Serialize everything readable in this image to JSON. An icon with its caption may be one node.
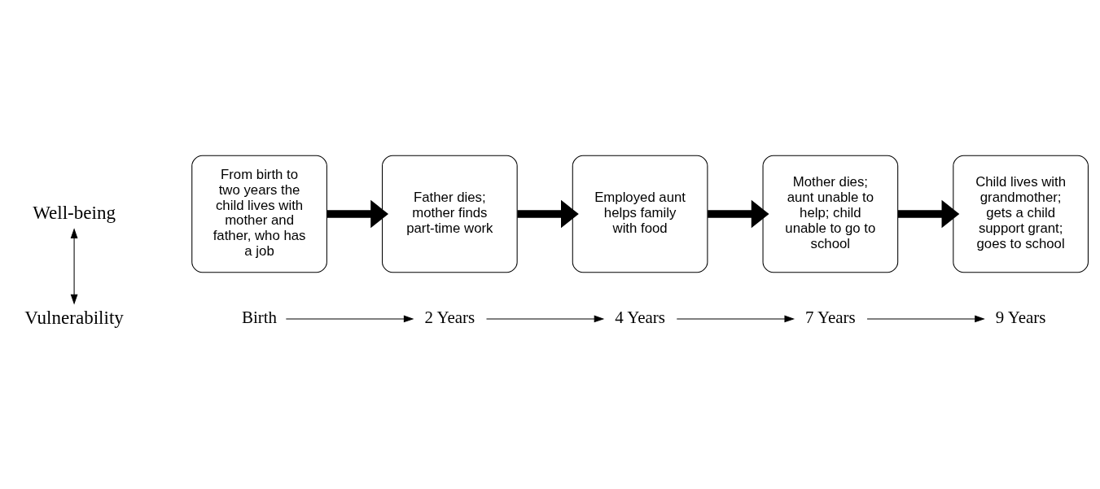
{
  "diagram": {
    "nodes": [
      {
        "text": [
          "From birth to two years the child lives with mother and father, who has a job"
        ]
      },
      {
        "text": [
          "Father dies; mother finds part-time work"
        ]
      },
      {
        "text": [
          "Employed aunt helps family with food"
        ]
      },
      {
        "text": [
          "Mother dies; aunt unable to help; child unable to go to school"
        ]
      },
      {
        "text": [
          "Child lives with grandmother; gets a child support grant; goes to school"
        ]
      },
      {
        "text": [
          "Birth"
        ]
      },
      {
        "text": [
          "2 Years"
        ]
      },
      {
        "text": [
          "4 Years"
        ]
      },
      {
        "text": [
          "7 Years"
        ]
      },
      {
        "text": [
          "9 Years"
        ]
      },
      {
        "text": [
          "Vulnerability"
        ]
      },
      {
        "text": [
          "Well-being"
        ]
      }
    ],
    "edges": [
      {
        "from": 0,
        "to": 1,
        "arrow": "to",
        "style": "thick"
      },
      {
        "from": 1,
        "to": 2,
        "arrow": "to",
        "style": "thick"
      },
      {
        "from": 2,
        "to": 3,
        "arrow": "to",
        "style": "thick"
      },
      {
        "from": 3,
        "to": 4,
        "arrow": "to",
        "style": "thick"
      },
      {
        "from": 5,
        "to": 6,
        "arrow": "to"
      },
      {
        "from": 6,
        "to": 7,
        "arrow": "to"
      },
      {
        "from": 7,
        "to": 8,
        "arrow": "to"
      },
      {
        "from": 8,
        "to": 9,
        "arrow": "to"
      },
      {
        "from": 10,
        "to": 11,
        "arrow": "both"
      }
    ]
  }
}
